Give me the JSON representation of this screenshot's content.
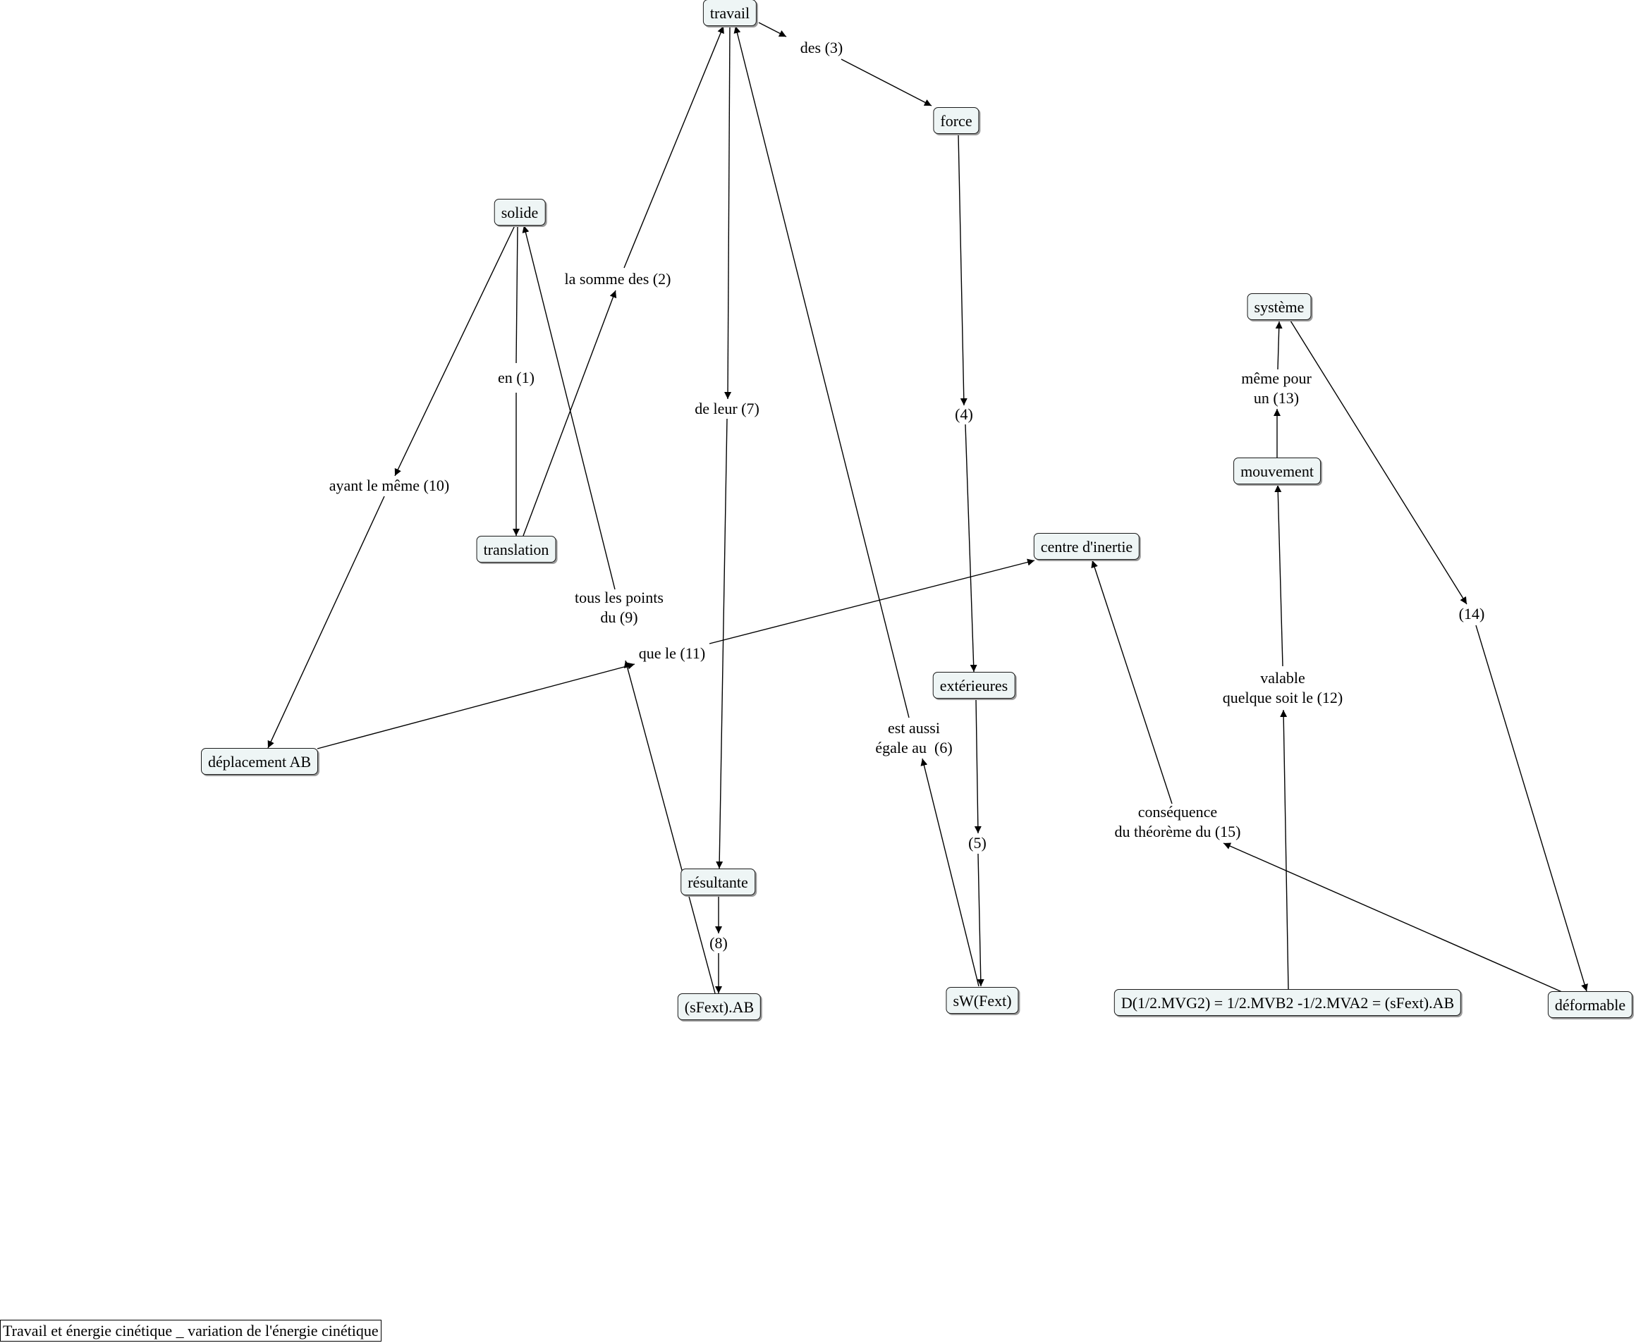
{
  "title": "Travail et énergie cinétique _ variation de l'énergie cinétique",
  "nodes": {
    "travail": "travail",
    "force": "force",
    "solide": "solide",
    "systeme": "système",
    "mouvement": "mouvement",
    "translation": "translation",
    "centre_inertie": "centre d'inertie",
    "exterieures": "extérieures",
    "deplacement": "déplacement AB",
    "resultante": "résultante",
    "sfext_ab": "(sFext).AB",
    "swfext": "sW(Fext)",
    "formule": "D(1/2.MVG2) = 1/2.MVB2 -1/2.MVA2 = (sFext).AB",
    "deformable": "déformable"
  },
  "links": {
    "l1": "en (1)",
    "l2": "la somme des (2)",
    "l3": "des (3)",
    "l4": "(4)",
    "l5": "(5)",
    "l6": "est aussi\négale au  (6)",
    "l7": "de leur (7)",
    "l8": "(8)",
    "l9": "tous les points\ndu (9)",
    "l10": "ayant le même (10)",
    "l11": "que le (11)",
    "l12": "valable\nquelque soit le (12)",
    "l13": "même pour\nun (13)",
    "l14": "(14)",
    "l15": "conséquence\ndu théorème du (15)"
  }
}
